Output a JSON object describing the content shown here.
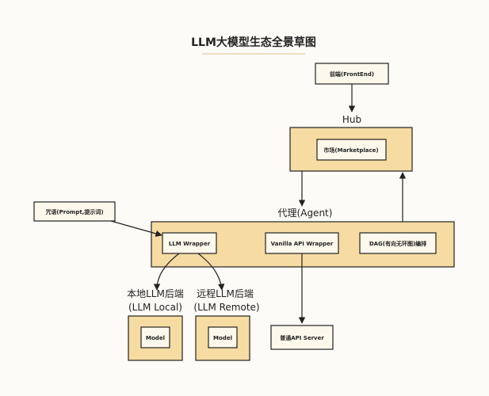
{
  "title": "LLM大模型生态全景草图",
  "frontend": "前端(FrontEnd)",
  "hub": {
    "label": "Hub",
    "marketplace": "市场(Marketplace)"
  },
  "prompt": "咒语(Prompt,提示词)",
  "agent": {
    "label": "代理(Agent)",
    "llm_wrapper": "LLM Wrapper",
    "vanilla_api_wrapper": "Vanilla API Wrapper",
    "dag": "DAG(有向无环图)编排"
  },
  "local_backend": {
    "line1": "本地LLM后端",
    "line2": "(LLM Local)",
    "model": "Model"
  },
  "remote_backend": {
    "line1": "远程LLM后端",
    "line2": "(LLM Remote)",
    "model": "Model"
  },
  "api_server": "普通API Server",
  "colors": {
    "box_fill": "#f6dca2",
    "inner_fill": "#fdf8ec",
    "stroke": "#222222",
    "accent_line": "#e6cfa0"
  }
}
